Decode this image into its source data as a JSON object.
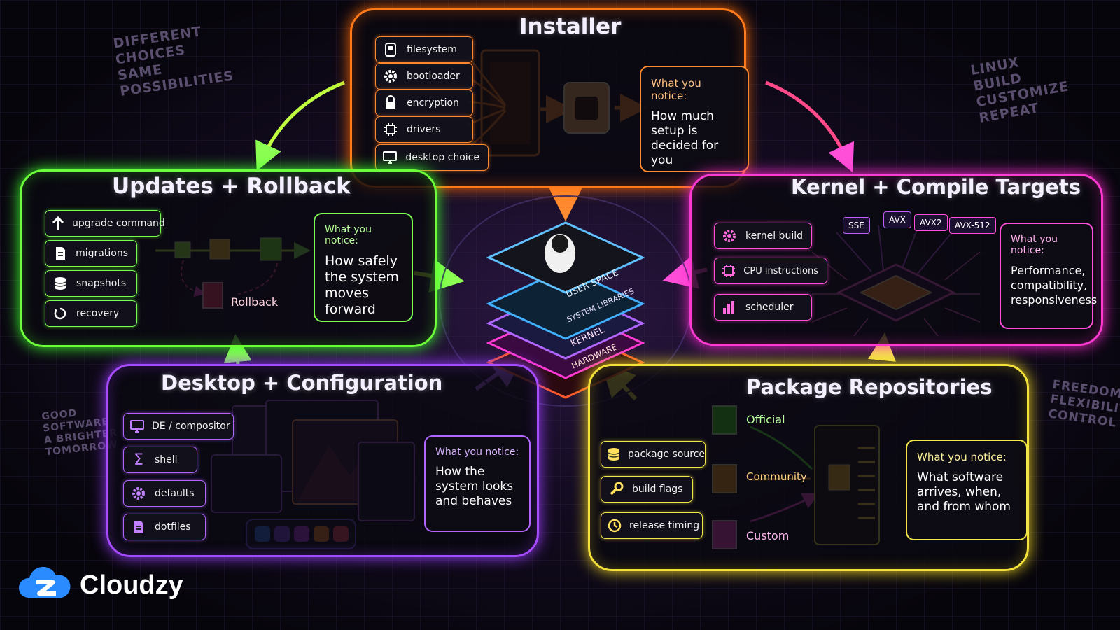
{
  "wall_texts": {
    "top_left": [
      "DIFFERENT",
      "CHOICES",
      "SAME",
      "POSSIBILITIES"
    ],
    "top_right": [
      "LINUX",
      "BUILD",
      "CUSTOMIZE",
      "REPEAT"
    ],
    "mug": [
      "GOOD",
      "SOFTWARE",
      "A BRIGHTER",
      "TOMORROW"
    ],
    "right_box": [
      "FREEDOM",
      "FLEXIBILITY",
      "CONTROL"
    ]
  },
  "installer": {
    "title": "Installer",
    "items": [
      "filesystem",
      "bootloader",
      "encryption",
      "drivers",
      "desktop choice"
    ],
    "notice_title": "What you notice:",
    "notice_body": "How much setup is decided for you",
    "color": "#ff7a1a"
  },
  "updates": {
    "title": "Updates + Rollback",
    "items": [
      "upgrade command",
      "migrations",
      "snapshots",
      "recovery"
    ],
    "rollback_label": "Rollback",
    "notice_title": "What you notice:",
    "notice_body": "How safely the system moves forward",
    "color": "#6cff3a"
  },
  "kernel": {
    "title": "Kernel + Compile Targets",
    "items": [
      "kernel build",
      "CPU instructions",
      "scheduler"
    ],
    "tags": [
      "SSE",
      "AVX",
      "AVX2",
      "AVX-512"
    ],
    "notice_title": "What you notice:",
    "notice_body": "Performance, compatibility, responsiveness",
    "color": "#ff3ad2"
  },
  "desktop": {
    "title": "Desktop + Configuration",
    "items": [
      "DE / compositor",
      "shell",
      "defaults",
      "dotfiles"
    ],
    "notice_title": "What you notice:",
    "notice_body": "How the system looks and behaves",
    "color": "#a64bff"
  },
  "packages": {
    "title": "Package Repositories",
    "items": [
      "package source",
      "build flags",
      "release timing"
    ],
    "sources": [
      "Official",
      "Community",
      "Custom"
    ],
    "notice_title": "What you notice:",
    "notice_body": "What software arrives, when, and from whom",
    "color": "#f4e23a"
  },
  "stack": {
    "layers": [
      "USER SPACE",
      "SYSTEM LIBRARIES",
      "KERNEL",
      "HARDWARE"
    ]
  },
  "brand": {
    "name": "Cloudzy"
  }
}
